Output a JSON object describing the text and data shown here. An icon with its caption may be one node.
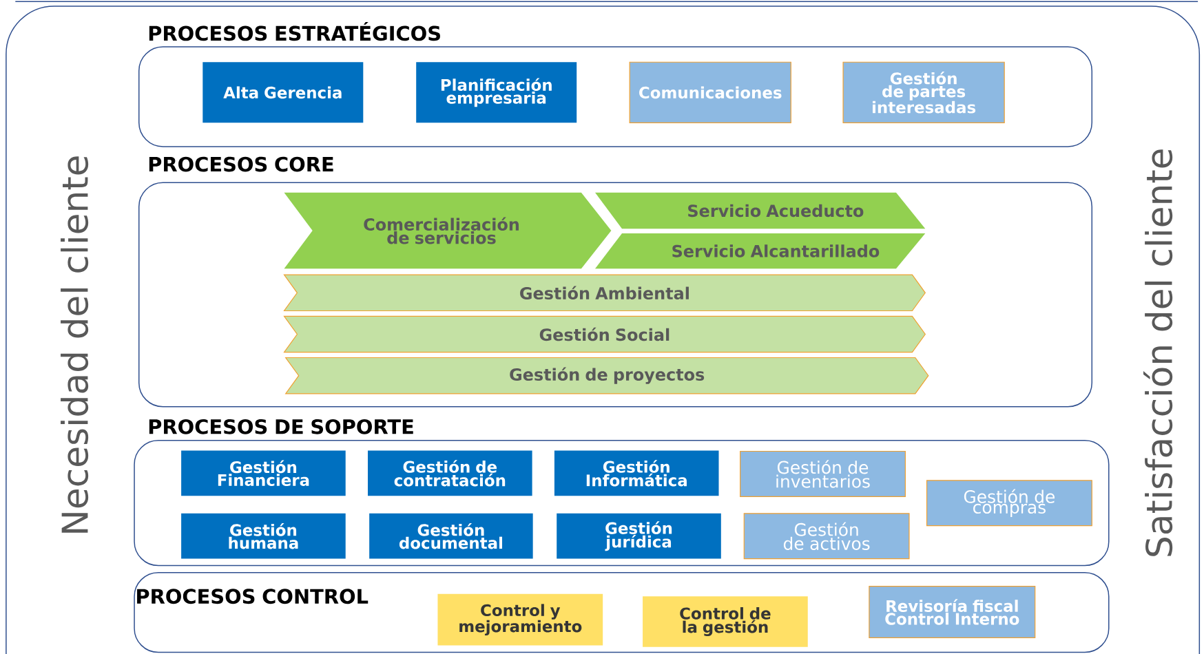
{
  "diagram": {
    "nodes": [
      {
        "text": [
          "PROCESOS ESTRATÉGICOS"
        ]
      },
      {
        "text": [
          "Alta Gerencia"
        ],
        "in": 0
      },
      {
        "text": [
          "Planificación empresaria"
        ],
        "in": 0
      },
      {
        "text": [
          "Comunicaciones"
        ],
        "in": 0
      },
      {
        "text": [
          "Gestión de partes interesadas"
        ],
        "in": 0
      },
      {
        "text": [
          "PROCESOS CORE"
        ]
      },
      {
        "text": [
          "Comercialización de servicios"
        ],
        "in": 5
      },
      {
        "text": [
          "Servicio Acueducto"
        ],
        "in": 5
      },
      {
        "text": [
          "Servicio Alcantarillado"
        ],
        "in": 5
      },
      {
        "text": [
          "Gestión Ambiental"
        ],
        "in": 5
      },
      {
        "text": [
          "Gestión Social"
        ],
        "in": 5
      },
      {
        "text": [
          "Gestión de proyectos"
        ],
        "in": 5
      },
      {
        "text": [
          "PROCESOS DE SOPORTE"
        ]
      },
      {
        "text": [
          "Gestión Financiera"
        ],
        "in": 12
      },
      {
        "text": [
          "Gestión de contratación"
        ],
        "in": 12
      },
      {
        "text": [
          "Gestión Informática"
        ],
        "in": 12
      },
      {
        "text": [
          "Gestión de inventarios"
        ],
        "in": 12
      },
      {
        "text": [
          "Gestión de compras"
        ],
        "in": 12
      },
      {
        "text": [
          "Gestión humana"
        ],
        "in": 12
      },
      {
        "text": [
          "Gestión documental"
        ],
        "in": 12
      },
      {
        "text": [
          "Gestión jurídica"
        ],
        "in": 12
      },
      {
        "text": [
          "Gestión de activos"
        ],
        "in": 12
      },
      {
        "text": [
          "PROCESOS CONTROL"
        ]
      },
      {
        "text": [
          "Control y mejoramiento"
        ],
        "in": 22
      },
      {
        "text": [
          "Control de la gestión"
        ],
        "in": 22
      },
      {
        "text": [
          "Revisoría fiscal Control Interno"
        ],
        "in": 22
      }
    ],
    "labels": [
      "Necesidad del cliente",
      "Satisfacción del cliente"
    ]
  }
}
